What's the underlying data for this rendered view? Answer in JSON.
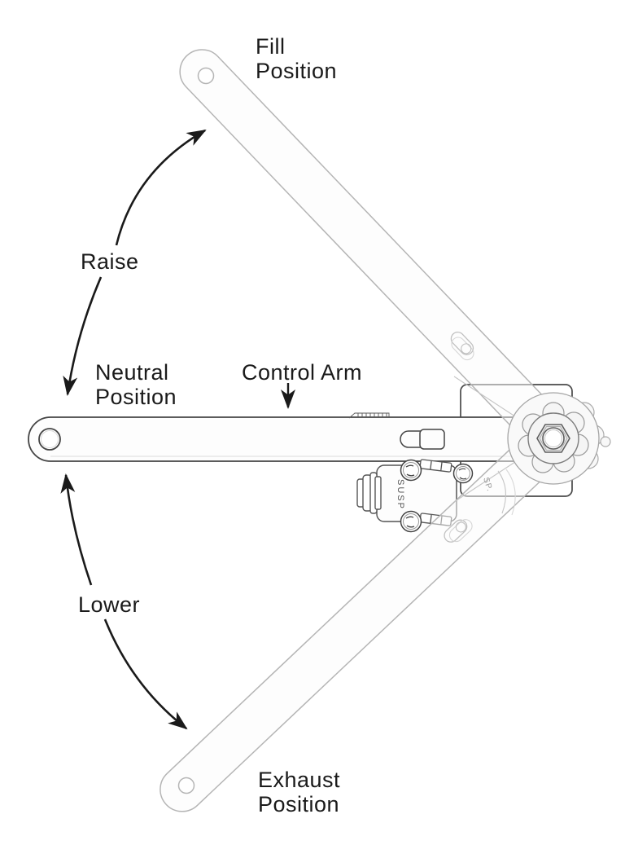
{
  "diagram": {
    "type": "technical-line-illustration",
    "subject": "Height control (leveling) valve control-arm positions",
    "labels": {
      "fill_position": {
        "line1": "Fill",
        "line2": "Position"
      },
      "raise": "Raise",
      "neutral_position": {
        "line1": "Neutral",
        "line2": "Position"
      },
      "control_arm": "Control Arm",
      "lower": "Lower",
      "exhaust_position": {
        "line1": "Exhaust",
        "line2": "Position"
      },
      "valve_marking": "SUSP",
      "arm_marking": "SP."
    },
    "arrows": [
      {
        "name": "raise-arc",
        "from": "neutral position arm",
        "to": "fill position arm",
        "style": "curved, arrowheads both ends"
      },
      {
        "name": "lower-arc",
        "from": "neutral position arm",
        "to": "exhaust position arm",
        "style": "curved, arrowheads both ends"
      },
      {
        "name": "control-arm-pointer",
        "style": "short straight arrow pointing down at arm"
      }
    ],
    "colors": {
      "background": "#ffffff",
      "ink": "#1a1a1a",
      "dark_line": "#4a4a4a",
      "ghost_line": "#b5b5b5",
      "hub_line": "#9a9a9a"
    }
  }
}
